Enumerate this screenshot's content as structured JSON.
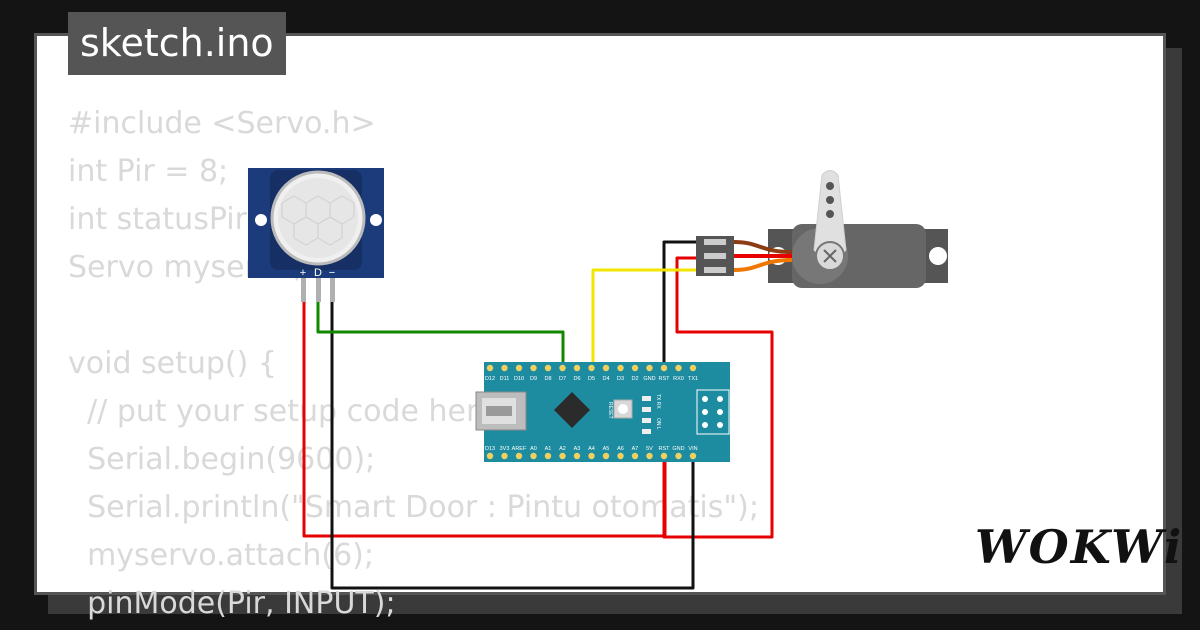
{
  "tab": {
    "filename": "sketch.ino"
  },
  "code_lines": [
    "#include <Servo.h>",
    "int Pir = 8;",
    "int statusPir = 0;",
    "Servo myservo;",
    "",
    "void setup() {",
    "  // put your setup code here",
    "  Serial.begin(9600);",
    "  Serial.println(\"Smart Door : Pintu otomatis\");",
    "  myservo.attach(6);",
    "  pinMode(Pir, INPUT);"
  ],
  "pir": {
    "pins": [
      "+",
      "D",
      "−"
    ]
  },
  "nano": {
    "top_pins": [
      "D12",
      "D11",
      "D10",
      "D9",
      "D8",
      "D7",
      "D6",
      "D5",
      "D4",
      "D3",
      "D2",
      "GND",
      "RST",
      "RX0",
      "TX1"
    ],
    "bottom_pins": [
      "D13",
      "3V3",
      "AREF",
      "A0",
      "A1",
      "A2",
      "A3",
      "A4",
      "A5",
      "A6",
      "A7",
      "5V",
      "RST",
      "GND",
      "VIN"
    ],
    "labels": {
      "reset": "RESET",
      "tx_rx": "TX RX",
      "on_l": "ON L"
    }
  },
  "brand": {
    "logo": "WOKWi"
  },
  "colors": {
    "wire_red": "#e60000",
    "wire_black": "#111111",
    "wire_green": "#118800",
    "wire_yellow": "#f2e600",
    "board_teal": "#1e8ca0",
    "pir_blue": "#1c3b7a"
  }
}
